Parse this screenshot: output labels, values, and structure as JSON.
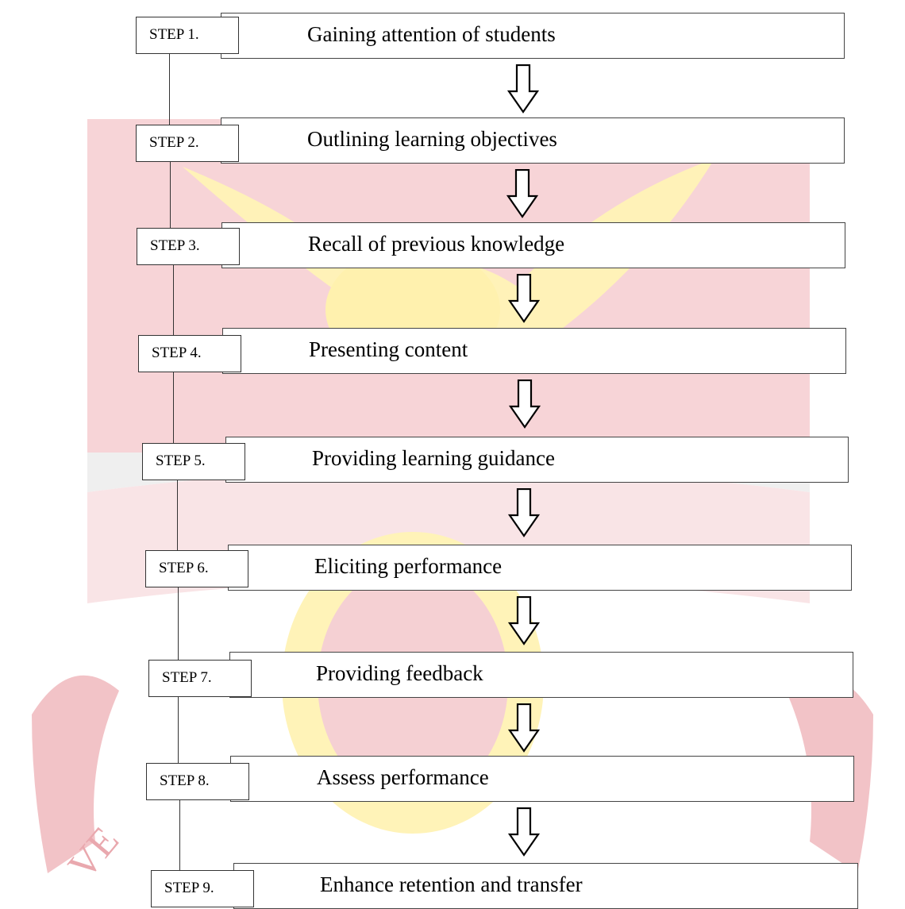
{
  "steps": [
    {
      "tag": "STEP 1.",
      "title": "Gaining attention of students"
    },
    {
      "tag": "STEP 2.",
      "title": "Outlining learning objectives"
    },
    {
      "tag": "STEP 3.",
      "title": "Recall of previous knowledge"
    },
    {
      "tag": "STEP 4.",
      "title": "Presenting content"
    },
    {
      "tag": "STEP 5.",
      "title": "Providing learning guidance"
    },
    {
      "tag": "STEP 6.",
      "title": "Eliciting performance"
    },
    {
      "tag": "STEP 7.",
      "title": "Providing feedback"
    },
    {
      "tag": "STEP 8.",
      "title": "Assess performance"
    },
    {
      "tag": "STEP 9.",
      "title": "Enhance retention and transfer"
    }
  ],
  "watermark": {
    "text": "VE",
    "colors": {
      "red": "#f3c9cd",
      "yellow": "#fff1b0",
      "dark_red": "#e9a8ae",
      "grey": "#ededed"
    }
  },
  "arrow_color": "#000000"
}
